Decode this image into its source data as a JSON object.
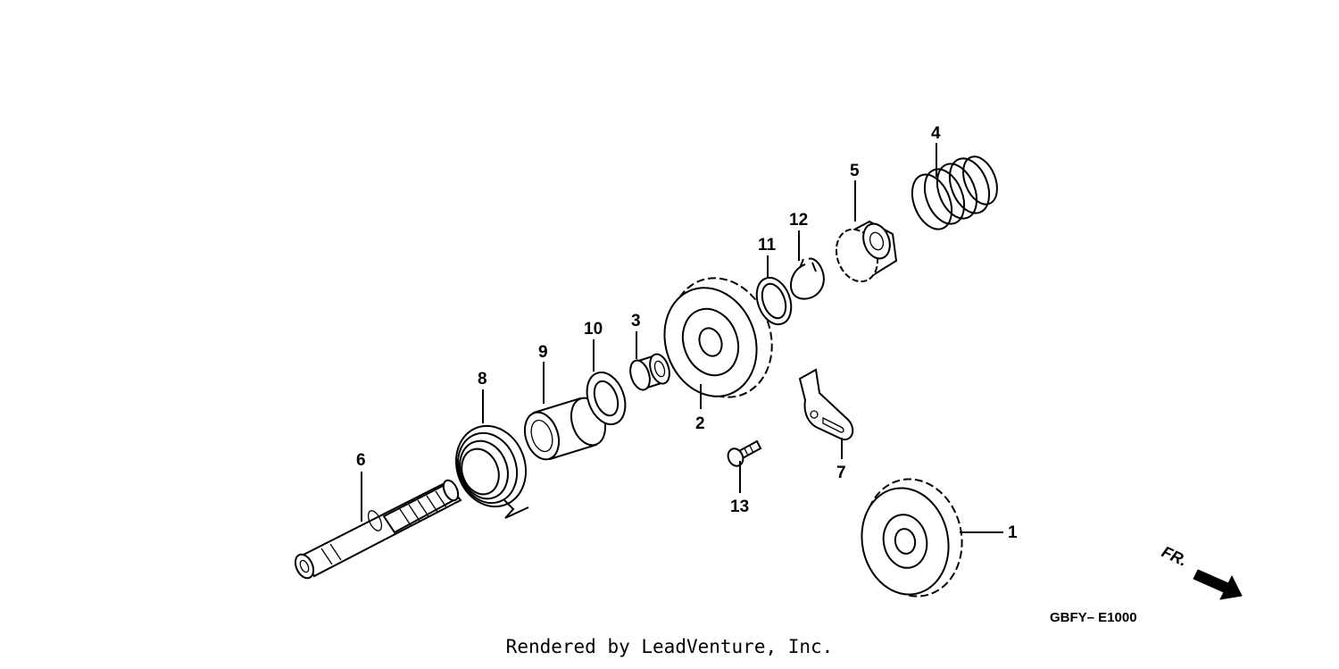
{
  "diagram": {
    "callouts": [
      {
        "id": "1",
        "label": "1"
      },
      {
        "id": "2",
        "label": "2"
      },
      {
        "id": "3",
        "label": "3"
      },
      {
        "id": "4",
        "label": "4"
      },
      {
        "id": "5",
        "label": "5"
      },
      {
        "id": "6",
        "label": "6"
      },
      {
        "id": "7",
        "label": "7"
      },
      {
        "id": "8",
        "label": "8"
      },
      {
        "id": "9",
        "label": "9"
      },
      {
        "id": "10",
        "label": "10"
      },
      {
        "id": "11",
        "label": "11"
      },
      {
        "id": "12",
        "label": "12"
      },
      {
        "id": "13",
        "label": "13"
      }
    ],
    "front_indicator": "FR.",
    "diagram_code": "GBFY– E1000"
  },
  "footer": {
    "text": "Rendered by LeadVenture, Inc."
  }
}
